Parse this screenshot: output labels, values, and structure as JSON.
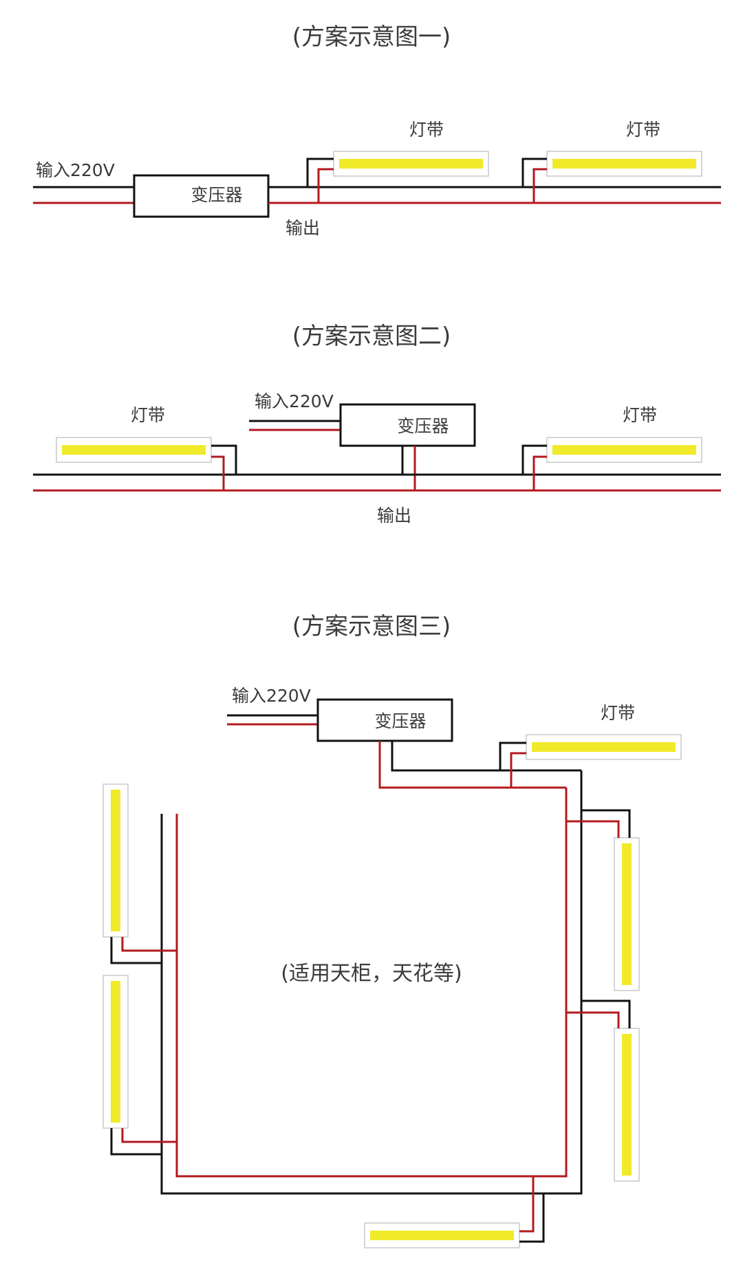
{
  "colors": {
    "wire_black": "#111111",
    "wire_red": "#b3191f",
    "led": "#f1ea2a",
    "strip_frame": "#c8c8c8",
    "text": "#3a3a3a"
  },
  "diagram1": {
    "title": "(方案示意图一)",
    "input_label": "输入220V",
    "transformer_label": "变压器",
    "output_label": "输出",
    "strips": [
      {
        "label": "灯带"
      },
      {
        "label": "灯带"
      }
    ]
  },
  "diagram2": {
    "title": "(方案示意图二)",
    "input_label": "输入220V",
    "transformer_label": "变压器",
    "output_label": "输出",
    "strips": [
      {
        "label": "灯带"
      },
      {
        "label": "灯带"
      }
    ]
  },
  "diagram3": {
    "title": "(方案示意图三)",
    "input_label": "输入220V",
    "transformer_label": "变压器",
    "strip_label": "灯带",
    "note": "(适用天柜，天花等)"
  }
}
